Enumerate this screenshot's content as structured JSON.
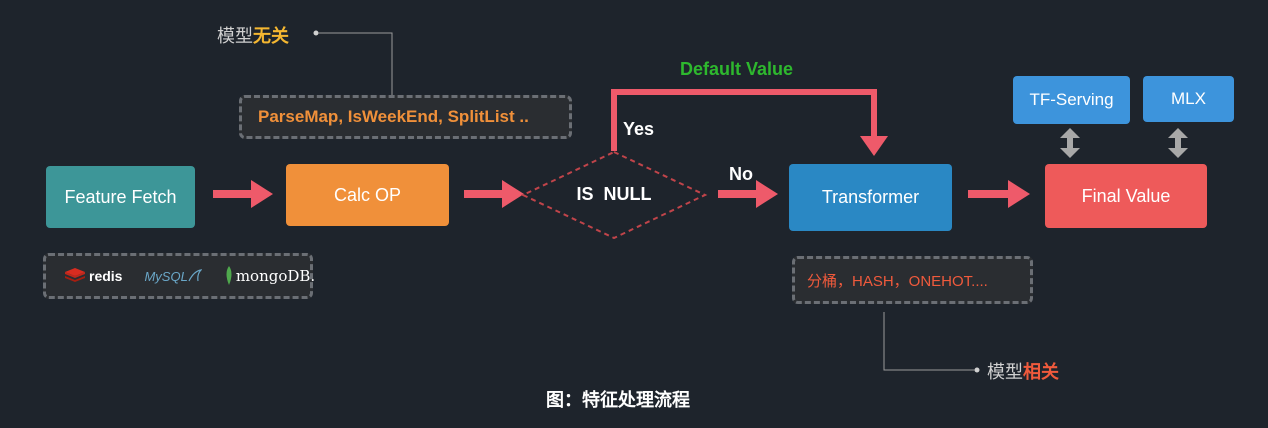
{
  "nodes": {
    "feature_fetch": "Feature Fetch",
    "calc_op": "Calc OP",
    "is_null": "IS  NULL",
    "transformer": "Transformer",
    "final_value": "Final Value",
    "tf_serving": "TF-Serving",
    "mlx": "MLX"
  },
  "edges": {
    "default_value": "Default Value",
    "yes": "Yes",
    "no": "No"
  },
  "groups": {
    "ops": "ParseMap, IsWeekEnd, SplitList ..",
    "transforms": "分桶，HASH，ONEHOT....",
    "sources": [
      "redis",
      "MySQL",
      "mongoDB."
    ]
  },
  "annotations": {
    "model_free_prefix": "模型",
    "model_free_highlight": "无关",
    "model_related_prefix": "模型",
    "model_related_highlight": "相关"
  },
  "caption": "图：特征处理流程",
  "colors": {
    "background": "#1e242c",
    "teal": "#3d9698",
    "orange": "#f0903a",
    "blue": "#2a88c4",
    "red": "#ee5a5a",
    "light_blue": "#3d94dc",
    "arrow": "#ee5a6a",
    "green": "#2eb82e"
  }
}
